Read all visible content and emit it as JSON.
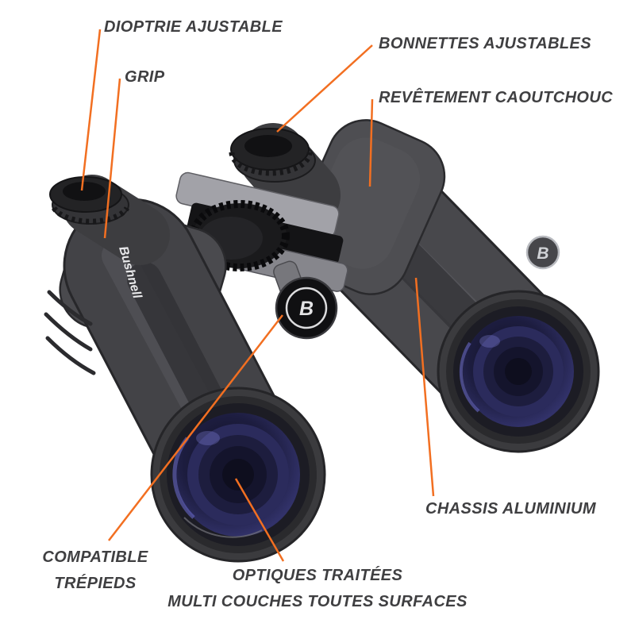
{
  "figure": {
    "type": "product-callout-diagram",
    "background": "#ffffff",
    "accent": "#F26F21",
    "label_color": "#3F3F41"
  },
  "product": {
    "brand": "Bushnell",
    "logo_letter": "B"
  },
  "callouts": {
    "dioptrie": {
      "label": "DIOPTRIE AJUSTABLE"
    },
    "grip": {
      "label": "GRIP"
    },
    "bonnettes": {
      "label": "BONNETTES AJUSTABLES"
    },
    "revetement": {
      "label": "REVÊTEMENT CAOUTCHOUC"
    },
    "chassis": {
      "label": "CHASSIS ALUMINIUM"
    },
    "tripod": {
      "line1": "COMPATIBLE",
      "line2": "TRÉPIEDS"
    },
    "optics": {
      "line1": "OPTIQUES TRAITÉES",
      "line2": "MULTI COUCHES TOUTES SURFACES"
    }
  }
}
